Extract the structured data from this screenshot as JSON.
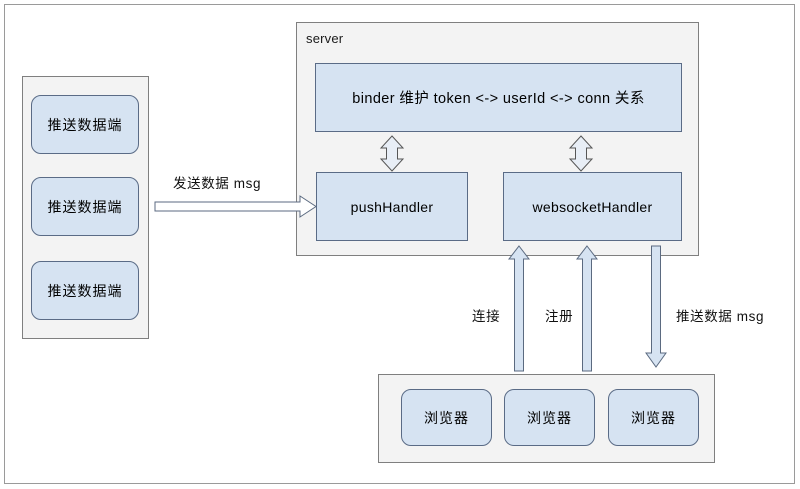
{
  "diagram": {
    "title_hidden": "",
    "server_panel": {
      "label": "server",
      "nodes": {
        "binder": "binder 维护 token <-> userId <-> conn 关系",
        "push_handler": "pushHandler",
        "websocket_handler": "websocketHandler"
      }
    },
    "producer_panel": {
      "items": [
        {
          "label": "推送数据端"
        },
        {
          "label": "推送数据端"
        },
        {
          "label": "推送数据端"
        }
      ]
    },
    "client_panel": {
      "items": [
        {
          "label": "浏览器"
        },
        {
          "label": "浏览器"
        },
        {
          "label": "浏览器"
        }
      ]
    },
    "edges": [
      {
        "id": "send-data",
        "label": "发送数据 msg",
        "direction": "right"
      },
      {
        "id": "connect",
        "label": "连接",
        "direction": "up"
      },
      {
        "id": "register",
        "label": "注册",
        "direction": "up"
      },
      {
        "id": "push-data",
        "label": "推送数据 msg",
        "direction": "down"
      },
      {
        "id": "binder-push",
        "label": "",
        "direction": "both"
      },
      {
        "id": "binder-ws",
        "label": "",
        "direction": "both"
      }
    ],
    "colors": {
      "node_fill": "#d6e3f2",
      "node_stroke": "#5a6b86",
      "panel_fill": "#f3f3f3",
      "panel_stroke": "#7f7f7f",
      "frame_stroke": "#9a9a9a",
      "text": "#000000"
    }
  }
}
